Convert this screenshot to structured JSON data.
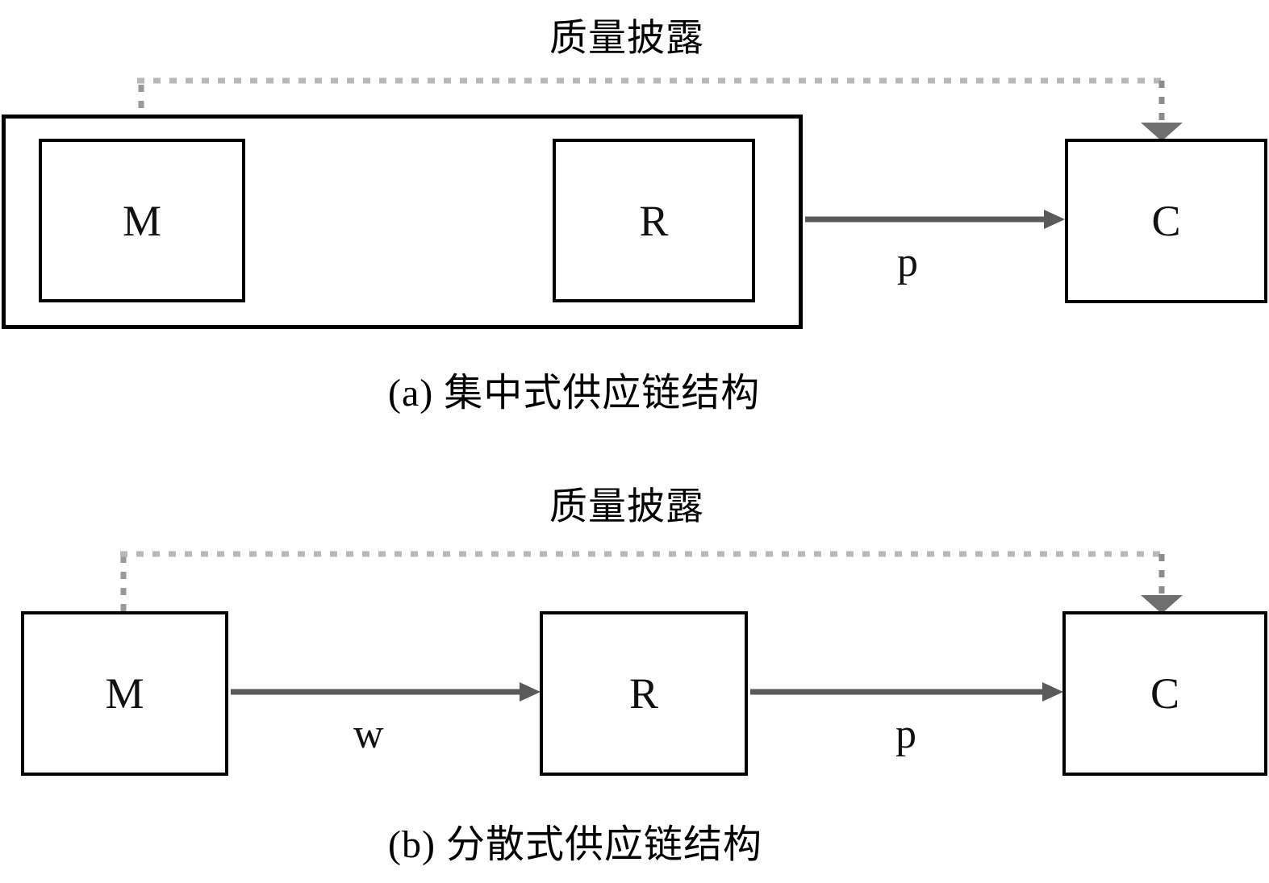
{
  "figure": {
    "panels": [
      {
        "id": "a",
        "title": "质量披露",
        "caption": "(a) 集中式供应链结构",
        "has_outer_boundary": true,
        "nodes": [
          {
            "id": "M",
            "label": "M"
          },
          {
            "id": "R",
            "label": "R"
          },
          {
            "id": "C",
            "label": "C"
          }
        ],
        "edges": [
          {
            "from": "M",
            "to": "R",
            "label": "",
            "style": "solid"
          },
          {
            "from": "R",
            "to": "C",
            "label": "p",
            "style": "solid"
          },
          {
            "from": "M",
            "to": "C",
            "label": "质量披露",
            "style": "dashed"
          }
        ]
      },
      {
        "id": "b",
        "title": "质量披露",
        "caption": "(b) 分散式供应链结构",
        "has_outer_boundary": false,
        "nodes": [
          {
            "id": "M",
            "label": "M"
          },
          {
            "id": "R",
            "label": "R"
          },
          {
            "id": "C",
            "label": "C"
          }
        ],
        "edges": [
          {
            "from": "M",
            "to": "R",
            "label": "w",
            "style": "solid"
          },
          {
            "from": "R",
            "to": "C",
            "label": "p",
            "style": "solid"
          },
          {
            "from": "M",
            "to": "C",
            "label": "质量披露",
            "style": "dashed"
          }
        ]
      }
    ]
  },
  "colors": {
    "background": "#ffffff",
    "box_border": "#000000",
    "node_text": "#111111",
    "solid_arrow": "#5a5a5a",
    "dashed_arrow": "#9a9a9a"
  }
}
